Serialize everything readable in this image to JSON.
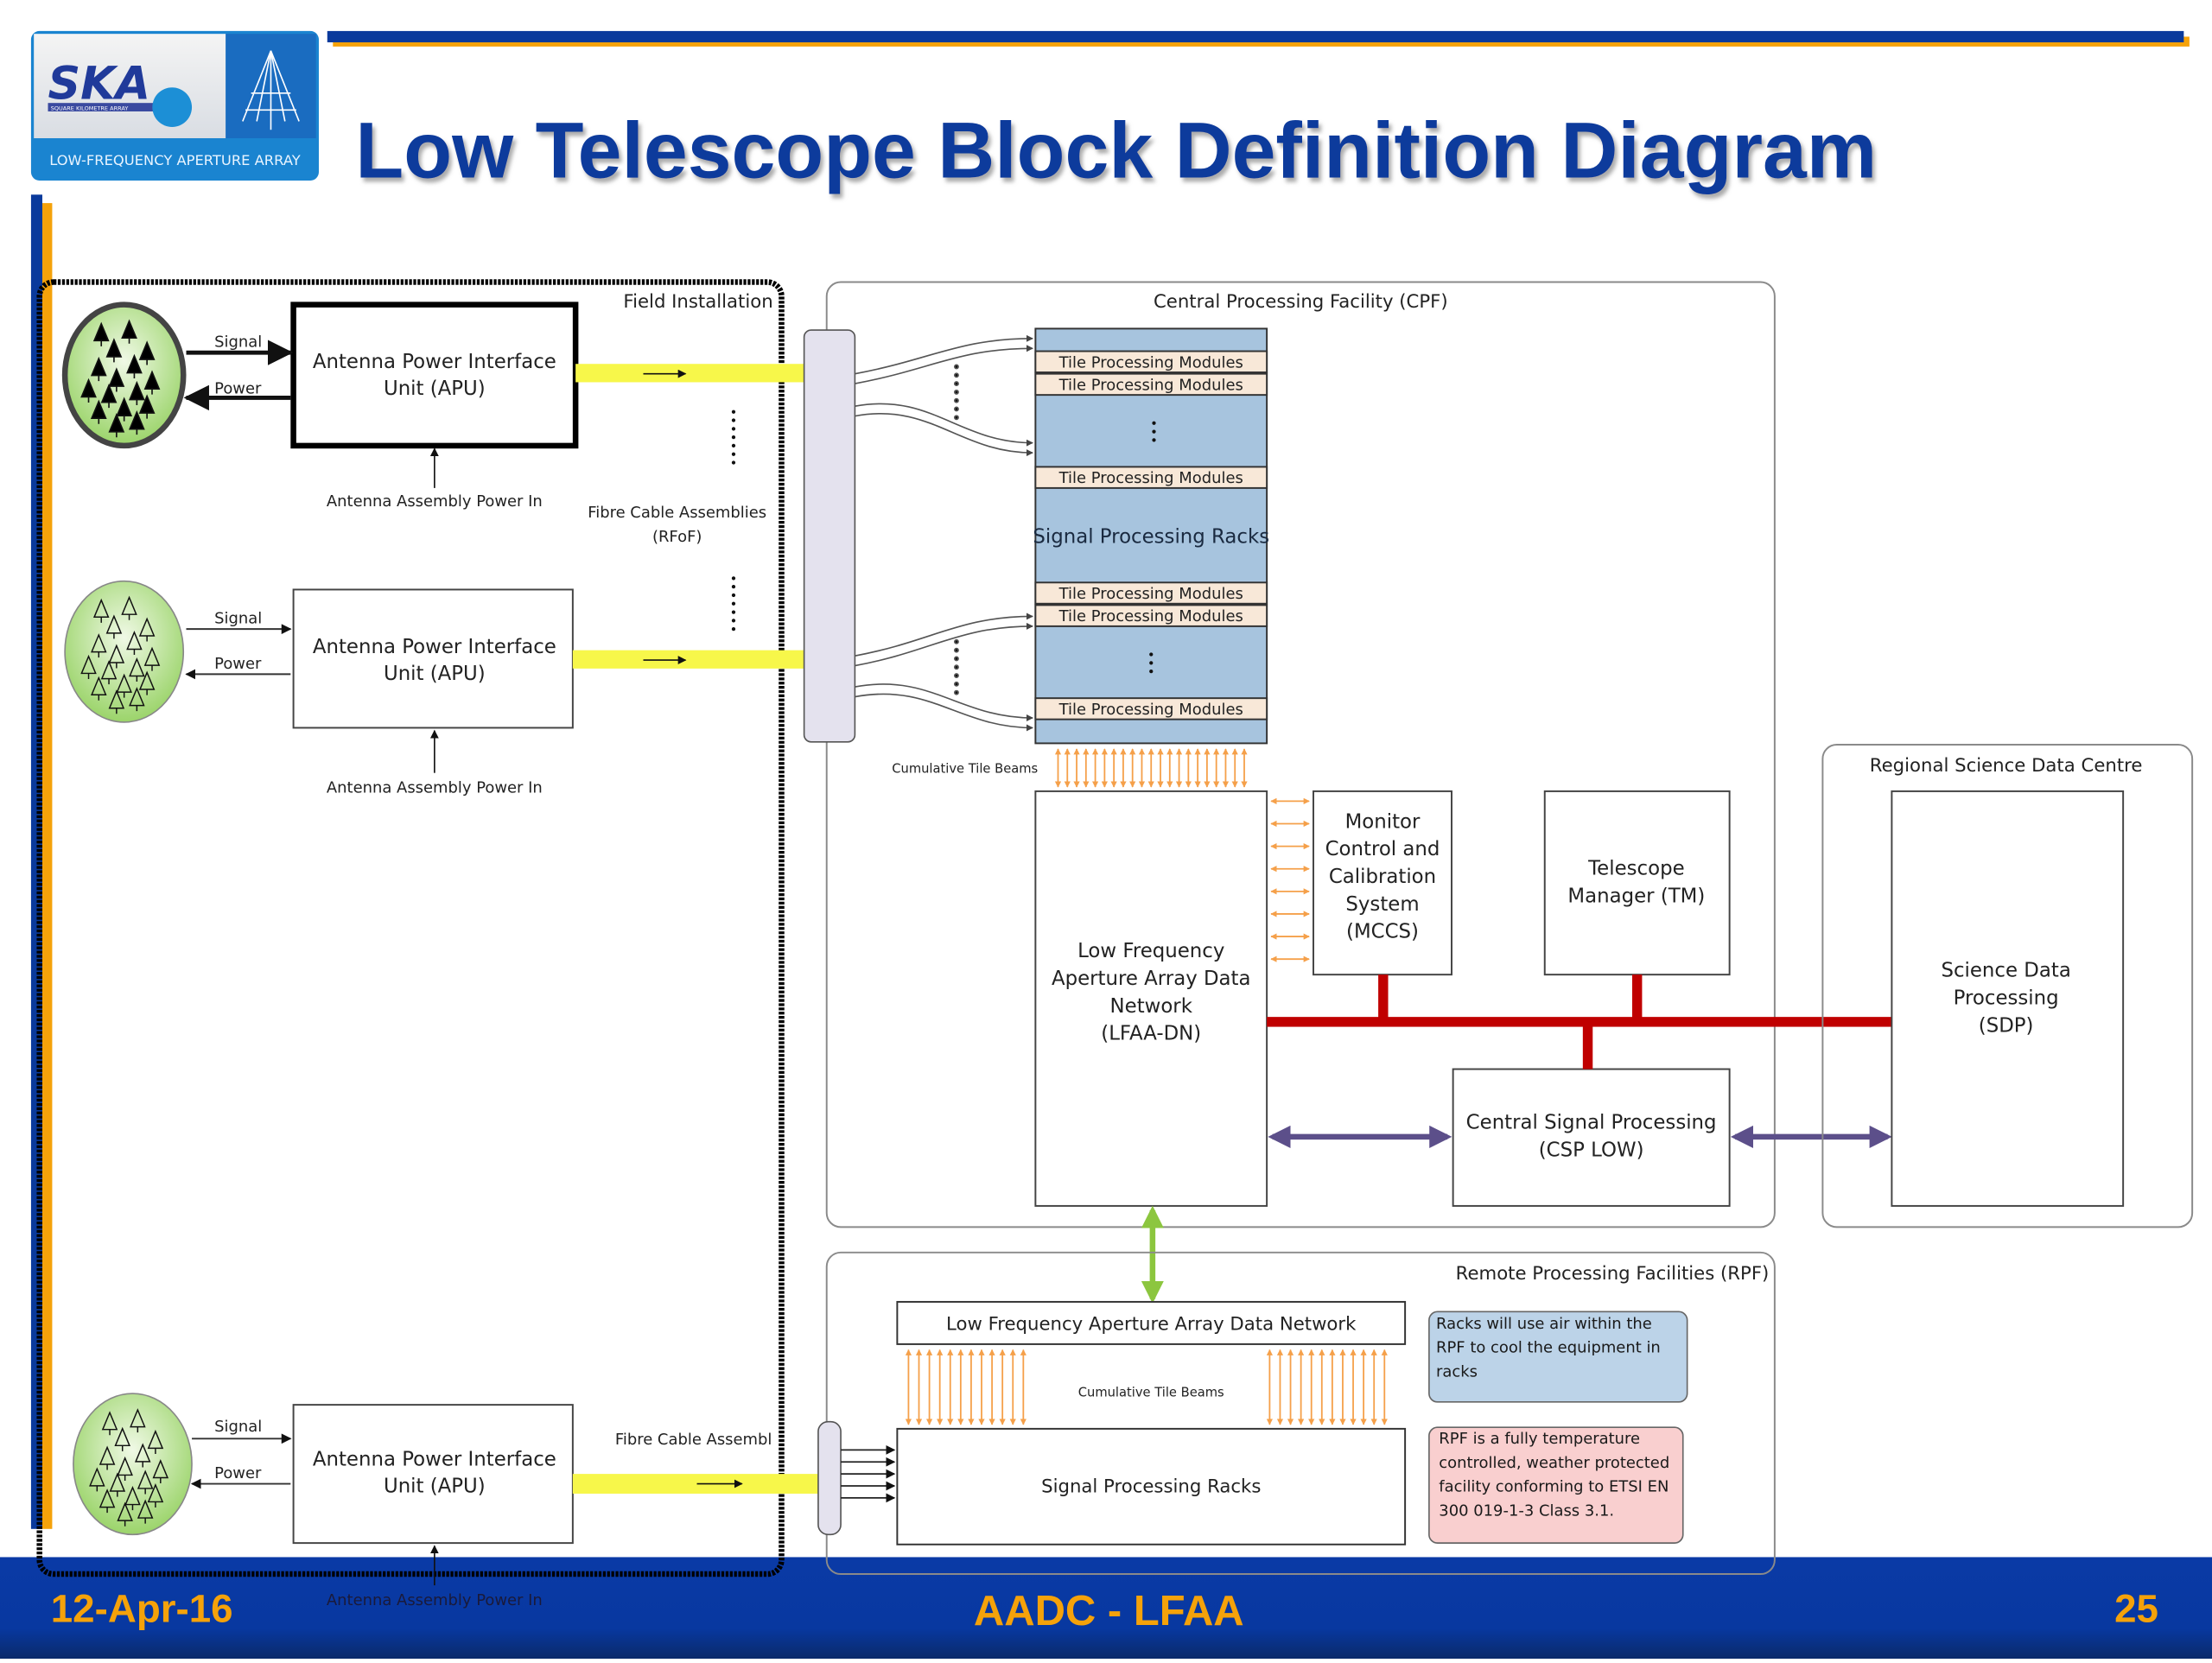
{
  "slide": {
    "title": "Low Telescope Block Definition Diagram",
    "logo": {
      "wordmark": "SKA",
      "tagline": "SQUARE KILOMETRE ARRAY",
      "subtitle": "LOW-FREQUENCY APERTURE ARRAY"
    },
    "footer": {
      "date": "12-Apr-16",
      "center": "AADC - LFAA",
      "page": "25"
    },
    "colors": {
      "brand_blue": "#0a3a9c",
      "accent_orange": "#f5a20a",
      "fibre_yellow": "#f7f74a",
      "rack_blue": "#a7c4de",
      "tpm_beige": "#f8e8d8",
      "bus_red": "#c00000",
      "link_purple": "#5c4f8a",
      "link_green": "#8cc63f",
      "beam_orange": "#f5a04a",
      "note_blue": "#bcd3e8",
      "note_pink": "#f9cfcf"
    }
  },
  "field_installation": {
    "label": "Field Installation",
    "stations": [
      {
        "apu_label": "Antenna Power Interface Unit (APU)",
        "signal_label": "Signal",
        "power_label": "Power",
        "power_in_label": "Antenna Assembly Power In",
        "highlighted": true
      },
      {
        "apu_label": "Antenna Power Interface Unit (APU)",
        "signal_label": "Signal",
        "power_label": "Power",
        "power_in_label": "Antenna Assembly Power In",
        "highlighted": false
      },
      {
        "apu_label": "Antenna Power Interface Unit (APU)",
        "signal_label": "Signal",
        "power_label": "Power",
        "power_in_label": "Antenna Assembly Power In",
        "highlighted": false
      }
    ],
    "fibre_label_1": "Fibre Cable Assemblies",
    "fibre_label_2": "(RFoF)",
    "fibre_label_rpf": "Fibre Cable Assembl"
  },
  "cpf": {
    "label": "Central Processing Facility (CPF)",
    "rack_label": "Signal Processing Racks",
    "tpm_label": "Tile Processing Modules",
    "tpm_count_shown": 6,
    "cumulative_beams_label": "Cumulative Tile Beams",
    "lfaa_dn": [
      "Low Frequency",
      "Aperture Array Data",
      "Network",
      "(LFAA-DN)"
    ],
    "mccs": [
      "Monitor",
      "Control and",
      "Calibration",
      "System",
      "(MCCS)"
    ],
    "tm": [
      "Telescope",
      "Manager (TM)"
    ],
    "csp": [
      "Central Signal Processing",
      "(CSP LOW)"
    ]
  },
  "rsdc": {
    "label": "Regional Science Data Centre",
    "sdp": [
      "Science Data",
      "Processing",
      "(SDP)"
    ]
  },
  "rpf": {
    "label": "Remote Processing Facilities (RPF)",
    "network_label": "Low Frequency Aperture Array Data Network",
    "cumulative_beams_label": "Cumulative Tile Beams",
    "racks_label": "Signal Processing Racks",
    "note_cooling": [
      "Racks will use air within the",
      "RPF to cool the equipment in",
      "racks"
    ],
    "note_facility": [
      "RPF is a fully temperature",
      "controlled, weather protected",
      "facility conforming to ETSI EN",
      "300 019-1-3 Class 3.1."
    ]
  }
}
